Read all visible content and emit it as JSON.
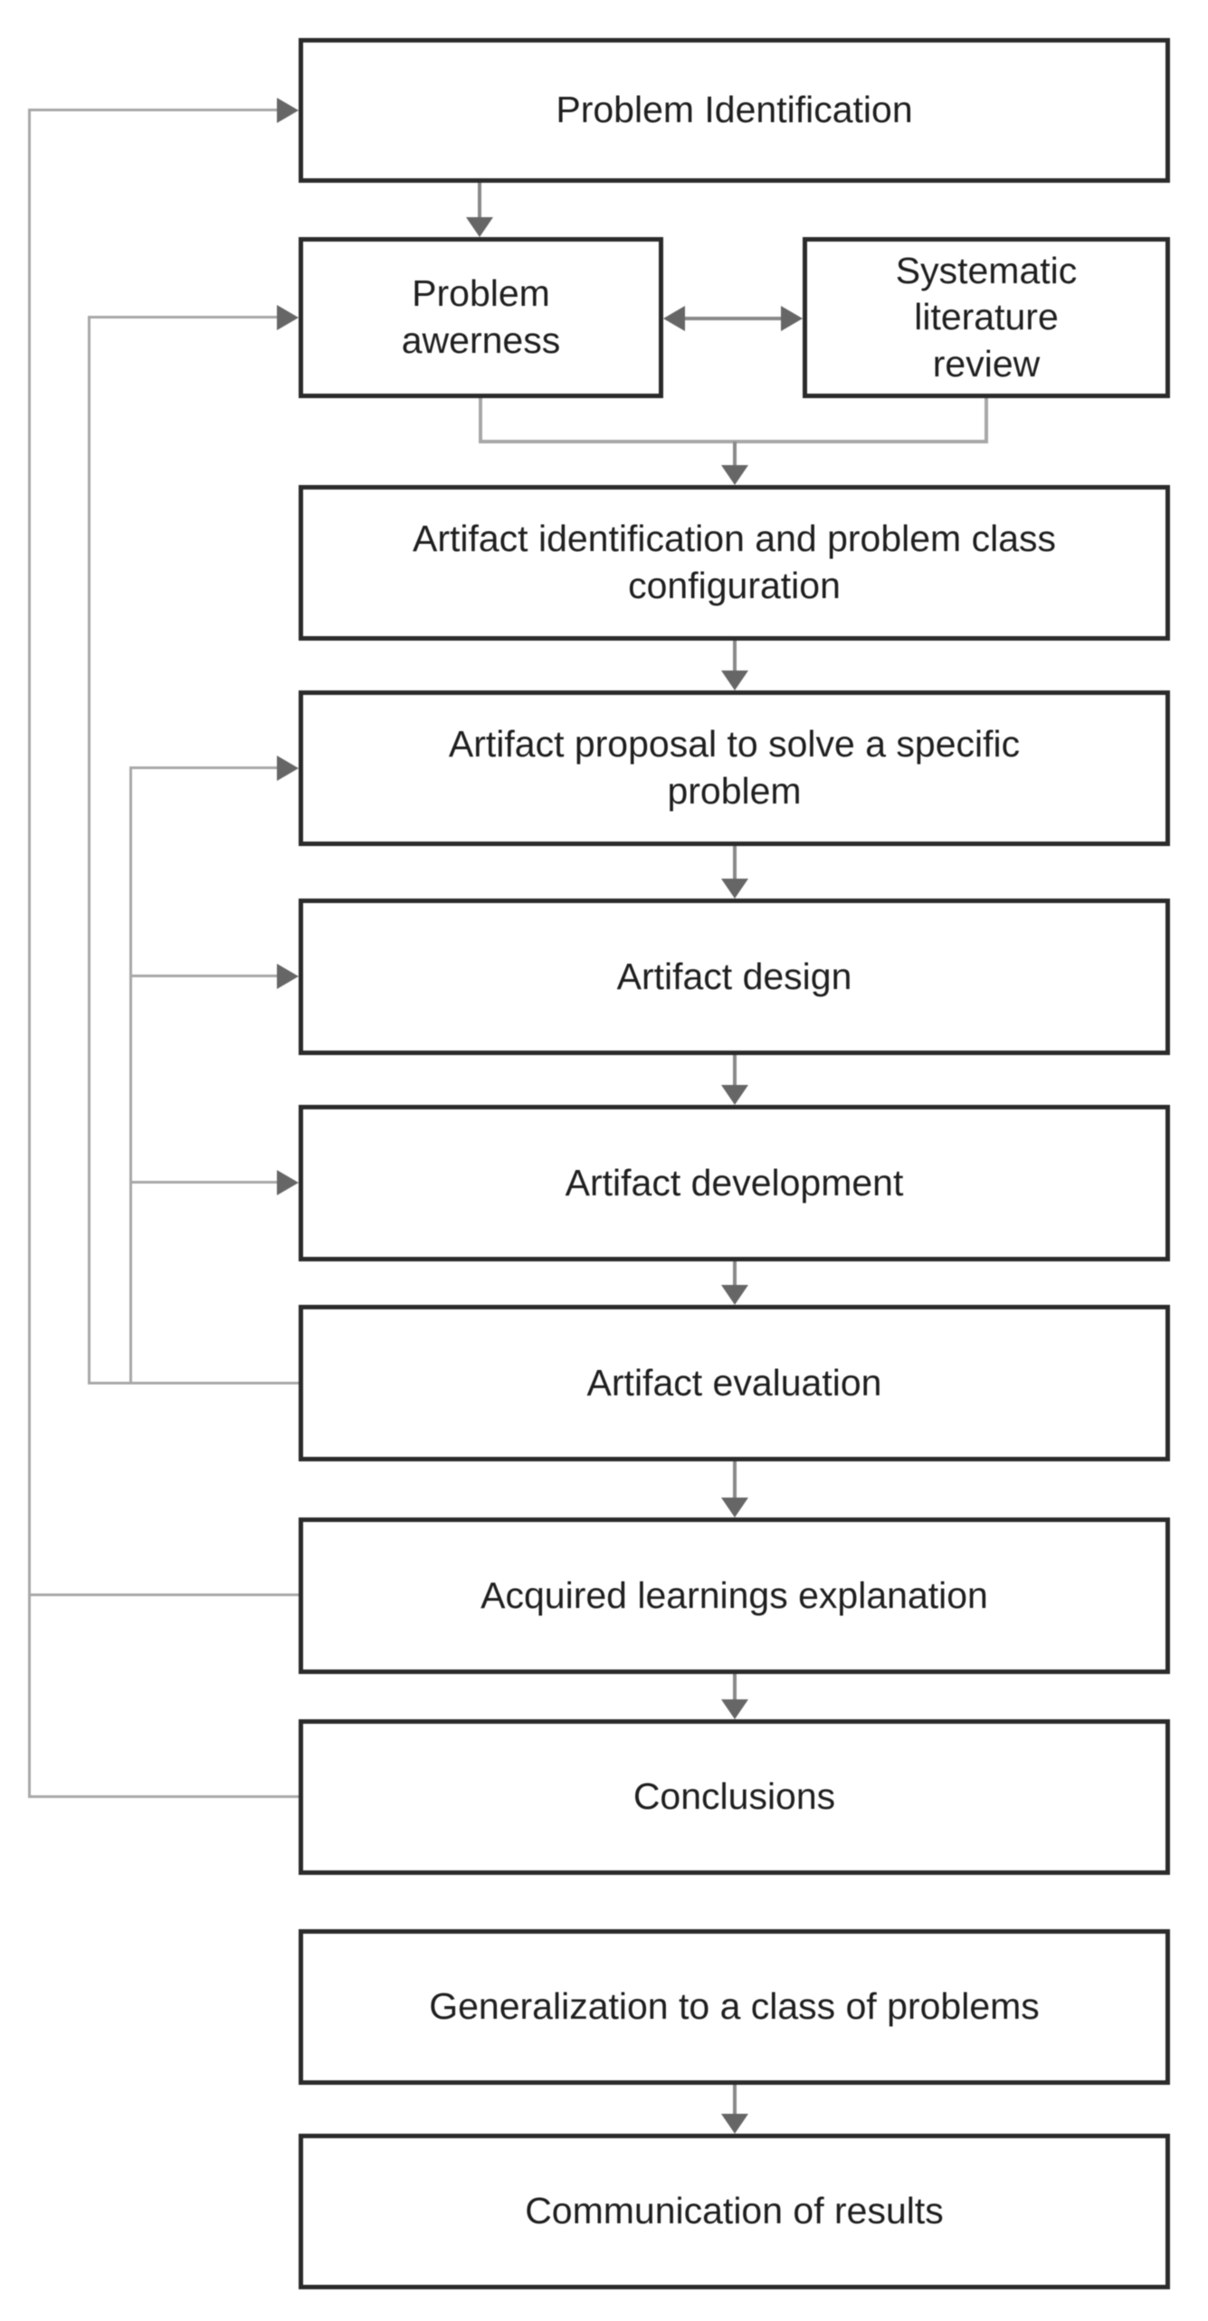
{
  "diagram": {
    "description": "Design science research methodology flowchart",
    "boxes": [
      {
        "id": "problem-identification",
        "label": "Problem Identification"
      },
      {
        "id": "problem-awerness",
        "label": "Problem awerness"
      },
      {
        "id": "systematic-literature-review",
        "label": "Systematic literature review"
      },
      {
        "id": "artifact-identification",
        "label": "Artifact identification and problem class configuration"
      },
      {
        "id": "artifact-proposal",
        "label": "Artifact proposal to solve a specific problem"
      },
      {
        "id": "artifact-design",
        "label": "Artifact design"
      },
      {
        "id": "artifact-development",
        "label": "Artifact development"
      },
      {
        "id": "artifact-evaluation",
        "label": "Artifact evaluation"
      },
      {
        "id": "acquired-learnings",
        "label": "Acquired learnings explanation"
      },
      {
        "id": "conclusions",
        "label": "Conclusions"
      },
      {
        "id": "generalization",
        "label": "Generalization to a class of problems"
      },
      {
        "id": "communication",
        "label": "Communication of results"
      }
    ],
    "edges": [
      {
        "from": "problem-identification",
        "to": "problem-awerness",
        "type": "flow"
      },
      {
        "from": "problem-awerness",
        "to": "systematic-literature-review",
        "type": "bidirectional"
      },
      {
        "from": "problem-awerness",
        "to": "artifact-identification",
        "type": "flow-merged"
      },
      {
        "from": "systematic-literature-review",
        "to": "artifact-identification",
        "type": "flow-merged"
      },
      {
        "from": "artifact-identification",
        "to": "artifact-proposal",
        "type": "flow"
      },
      {
        "from": "artifact-proposal",
        "to": "artifact-design",
        "type": "flow"
      },
      {
        "from": "artifact-design",
        "to": "artifact-development",
        "type": "flow"
      },
      {
        "from": "artifact-development",
        "to": "artifact-evaluation",
        "type": "flow"
      },
      {
        "from": "artifact-evaluation",
        "to": "acquired-learnings",
        "type": "flow"
      },
      {
        "from": "acquired-learnings",
        "to": "conclusions",
        "type": "flow"
      },
      {
        "from": "generalization",
        "to": "communication",
        "type": "flow"
      },
      {
        "from": "artifact-evaluation",
        "to": "problem-awerness",
        "type": "feedback"
      },
      {
        "from": "artifact-evaluation",
        "to": "artifact-proposal",
        "type": "feedback"
      },
      {
        "from": "artifact-evaluation",
        "to": "artifact-design",
        "type": "feedback"
      },
      {
        "from": "artifact-evaluation",
        "to": "artifact-development",
        "type": "feedback"
      },
      {
        "from": "acquired-learnings",
        "to": "problem-identification",
        "type": "feedback"
      },
      {
        "from": "conclusions",
        "to": "problem-identification",
        "type": "feedback"
      }
    ],
    "colors": {
      "background": "#ffffff",
      "box_fill": "#ffffff",
      "box_border": "#2b2b2b",
      "text": "#1f1f1f",
      "flow_line": "#8a8a8a",
      "flow_arrowhead": "#666666",
      "feedback_line": "#a8a8a8"
    }
  }
}
